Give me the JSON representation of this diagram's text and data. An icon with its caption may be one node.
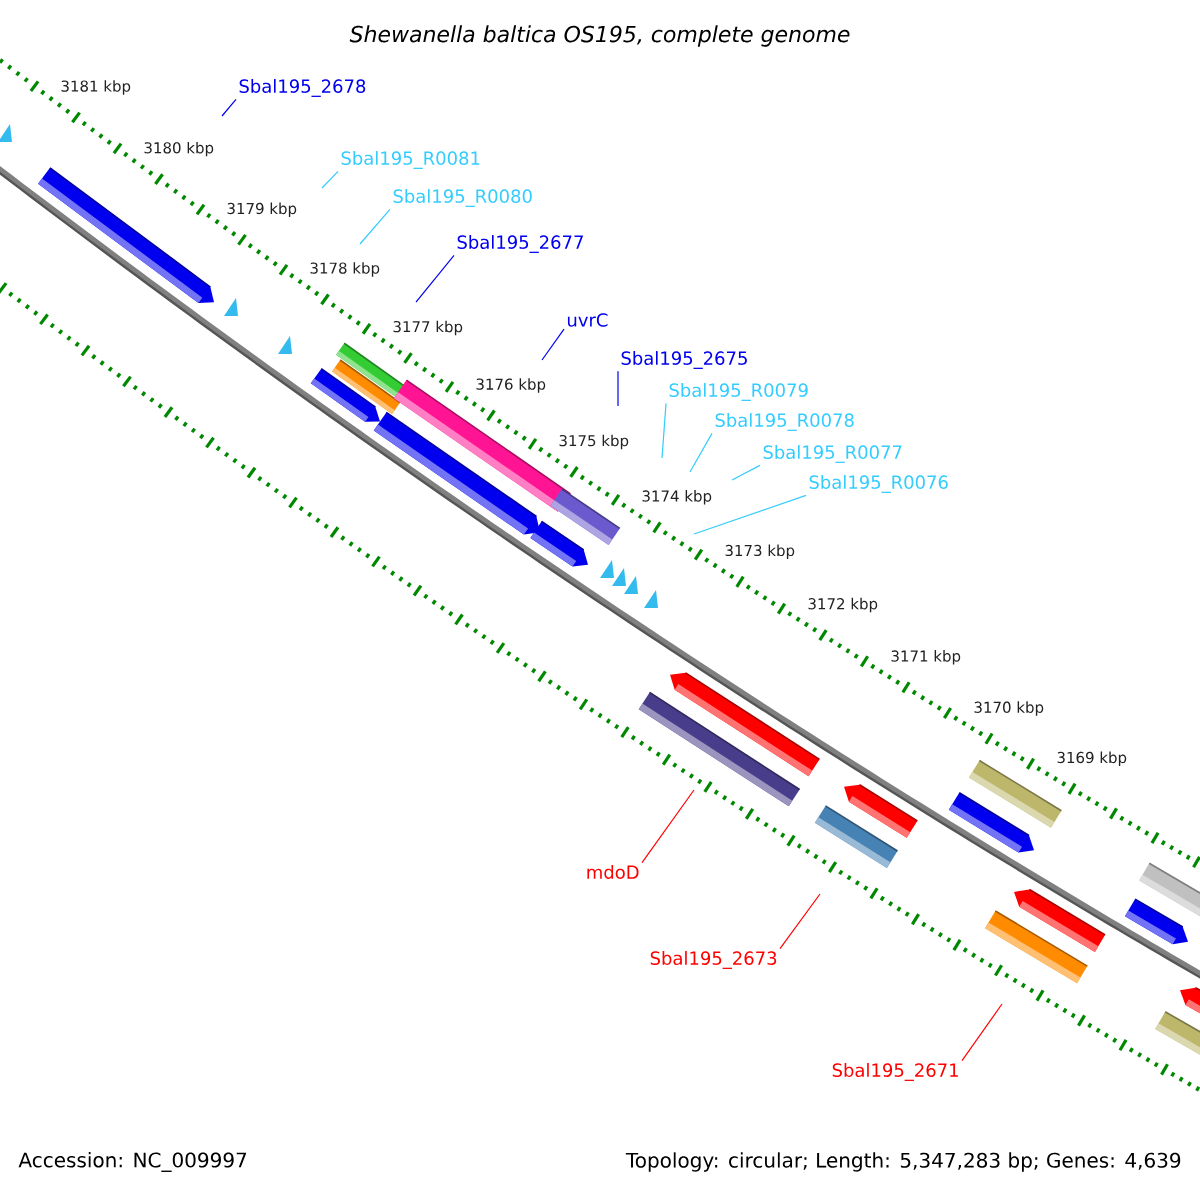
{
  "diagram": {
    "title": "Shewanella baltica OS195, complete genome",
    "nodes": [
      {
        "text": [
          "Sbal195_2678"
        ]
      },
      {
        "text": [
          "Sbal195_R0081"
        ]
      },
      {
        "text": [
          "Sbal195_R0080"
        ]
      },
      {
        "text": [
          "Sbal195_2677"
        ]
      },
      {
        "text": [
          "uvrC"
        ]
      },
      {
        "text": [
          "Sbal195_2675"
        ]
      },
      {
        "text": [
          "Sbal195_R0079"
        ]
      },
      {
        "text": [
          "Sbal195_R0078"
        ]
      },
      {
        "text": [
          "Sbal195_R0077"
        ]
      },
      {
        "text": [
          "Sbal195_R0076"
        ]
      },
      {
        "text": [
          "mdoD"
        ]
      },
      {
        "text": [
          "Sbal195_2673"
        ]
      },
      {
        "text": [
          "Sbal195_2671"
        ]
      }
    ],
    "edges": [
      {
        "from": 0,
        "to": null,
        "arrow": "none",
        "color": "#0000ee"
      },
      {
        "from": 1,
        "to": null,
        "arrow": "none",
        "color": "#33ccff"
      },
      {
        "from": 2,
        "to": null,
        "arrow": "none",
        "color": "#33ccff"
      },
      {
        "from": 3,
        "to": null,
        "arrow": "none",
        "color": "#0000ee"
      },
      {
        "from": 4,
        "to": null,
        "arrow": "none",
        "color": "#0000ee"
      },
      {
        "from": 5,
        "to": null,
        "arrow": "none",
        "color": "#0000ee"
      },
      {
        "from": 6,
        "to": null,
        "arrow": "none",
        "color": "#33ccff"
      },
      {
        "from": 7,
        "to": null,
        "arrow": "none",
        "color": "#33ccff"
      },
      {
        "from": 8,
        "to": null,
        "arrow": "none",
        "color": "#33ccff"
      },
      {
        "from": 9,
        "to": null,
        "arrow": "none",
        "color": "#33ccff"
      },
      {
        "from": 10,
        "to": null,
        "arrow": "none",
        "color": "#ff0000"
      },
      {
        "from": 11,
        "to": null,
        "arrow": "none",
        "color": "#ff0000"
      },
      {
        "from": 12,
        "to": null,
        "arrow": "none",
        "color": "#ff0000"
      }
    ],
    "labels": [
      "3181 kbp",
      "3180 kbp",
      "3179 kbp",
      "3178 kbp",
      "3177 kbp",
      "3176 kbp",
      "3175 kbp",
      "3174 kbp",
      "3173 kbp",
      "3172 kbp",
      "3171 kbp",
      "3170 kbp",
      "3169 kbp",
      "Accession: NC_009997",
      "Topology: circular; Length: 5,347,283 bp; Genes: 4,639"
    ]
  }
}
